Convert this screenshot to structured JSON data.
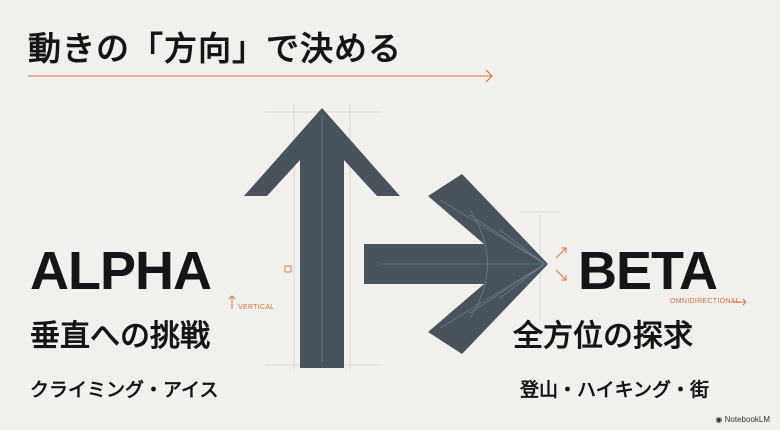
{
  "title": "動きの「方向」で決める",
  "left": {
    "name": "ALPHA",
    "tag": "VERTICAL",
    "tag_glyph": "↑",
    "heading": "垂直への挑戦",
    "sub": "クライミング・アイス"
  },
  "right": {
    "name": "BETA",
    "tag": "OMNIDIRECTIONAL",
    "tag_glyph": "→",
    "heading": "全方位の探求",
    "sub": "登山・ハイキング・街"
  },
  "watermark": "NotebookLM",
  "colors": {
    "arrow": "#48535e",
    "accent": "#d4703d",
    "background": "#f1f0ec"
  }
}
